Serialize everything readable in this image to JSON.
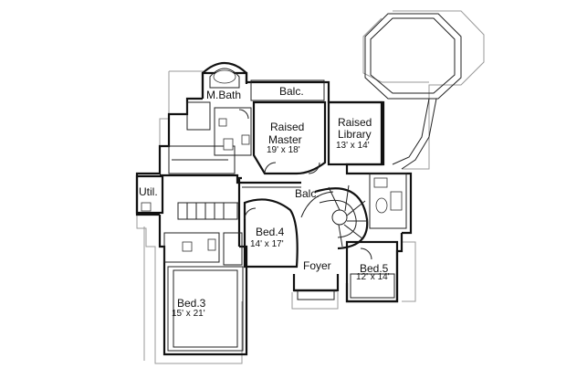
{
  "rooms": {
    "mbath": {
      "name": "M.Bath"
    },
    "balc_top": {
      "name": "Balc."
    },
    "master": {
      "name_line1": "Raised",
      "name_line2": "Master",
      "dims": "19' x 18'"
    },
    "library": {
      "name_line1": "Raised",
      "name_line2": "Library",
      "dims": "13' x 14'"
    },
    "util": {
      "name": "Util."
    },
    "balc_mid": {
      "name": "Balc."
    },
    "bed4": {
      "name": "Bed.4",
      "dims": "14' x 17'"
    },
    "foyer": {
      "name": "Foyer"
    },
    "bed5": {
      "name": "Bed.5",
      "dims": "12' x 14'"
    },
    "bed3": {
      "name": "Bed.3",
      "dims": "15' x 21'"
    }
  }
}
